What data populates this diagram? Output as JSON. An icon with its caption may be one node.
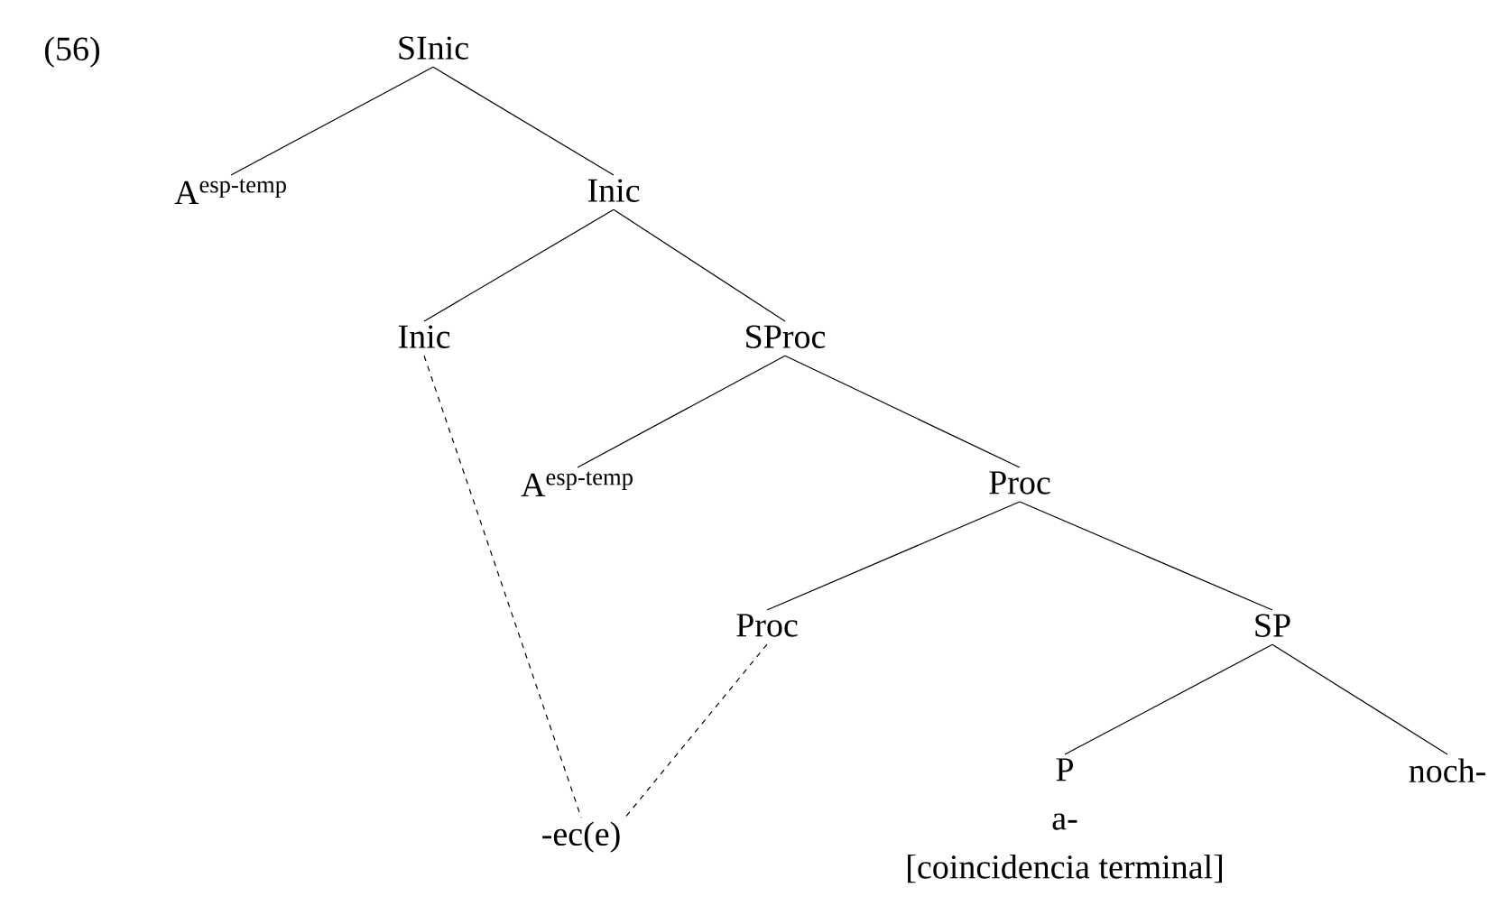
{
  "diagram": {
    "nodes": [
      {
        "text": [
          "SInic"
        ]
      },
      {
        "text": [
          "A$^{esp-temp}$"
        ]
      },
      {
        "text": [
          "Inic"
        ]
      },
      {
        "text": [
          "Inic"
        ]
      },
      {
        "text": [
          "SProc"
        ]
      },
      {
        "text": [
          "A$^{esp-temp}$"
        ]
      },
      {
        "text": [
          "Proc"
        ]
      },
      {
        "text": [
          "Proc"
        ]
      },
      {
        "text": [
          "SP"
        ]
      },
      {
        "text": [
          "P",
          "a-",
          "[coincidencia terminal]"
        ]
      },
      {
        "text": [
          "noch-"
        ]
      },
      {
        "text": [
          "-ec(e)"
        ]
      }
    ],
    "edges": [
      {
        "from": 0,
        "to": 1,
        "arrow": "none"
      },
      {
        "from": 0,
        "to": 2,
        "arrow": "none"
      },
      {
        "from": 2,
        "to": 3,
        "arrow": "none"
      },
      {
        "from": 2,
        "to": 4,
        "arrow": "none"
      },
      {
        "from": 4,
        "to": 5,
        "arrow": "none"
      },
      {
        "from": 4,
        "to": 6,
        "arrow": "none"
      },
      {
        "from": 6,
        "to": 7,
        "arrow": "none"
      },
      {
        "from": 6,
        "to": 8,
        "arrow": "none"
      },
      {
        "from": 8,
        "to": 9,
        "arrow": "none"
      },
      {
        "from": 8,
        "to": 10,
        "arrow": "none"
      },
      {
        "from": 3,
        "to": 11,
        "arrow": "none",
        "style": "dashed"
      },
      {
        "from": 7,
        "to": 11,
        "arrow": "none",
        "style": "dashed"
      }
    ],
    "labels": [
      "(56)"
    ]
  }
}
